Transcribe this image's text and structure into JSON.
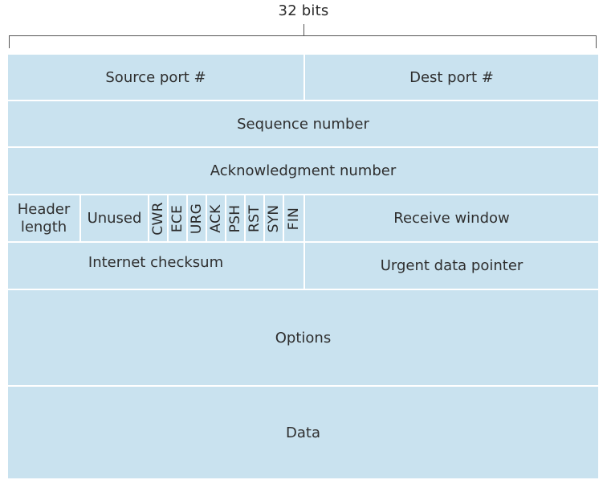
{
  "width_label": "32 bits",
  "rows": {
    "row1": {
      "source_port": "Source port #",
      "dest_port": "Dest port #"
    },
    "row2": {
      "sequence_number": "Sequence number"
    },
    "row3": {
      "ack_number": "Acknowledgment number"
    },
    "row4": {
      "header_length_line1": "Header",
      "header_length_line2": "length",
      "unused": "Unused",
      "flags": [
        "CWR",
        "ECE",
        "URG",
        "ACK",
        "PSH",
        "RST",
        "SYN",
        "FIN"
      ],
      "receive_window": "Receive window"
    },
    "row5": {
      "internet_checksum": "Internet checksum",
      "urgent_pointer": "Urgent data pointer"
    },
    "row6": {
      "options": "Options"
    },
    "row7": {
      "data": "Data"
    }
  },
  "colors": {
    "field_fill": "#c9e2ef",
    "divider": "#ffffff"
  }
}
